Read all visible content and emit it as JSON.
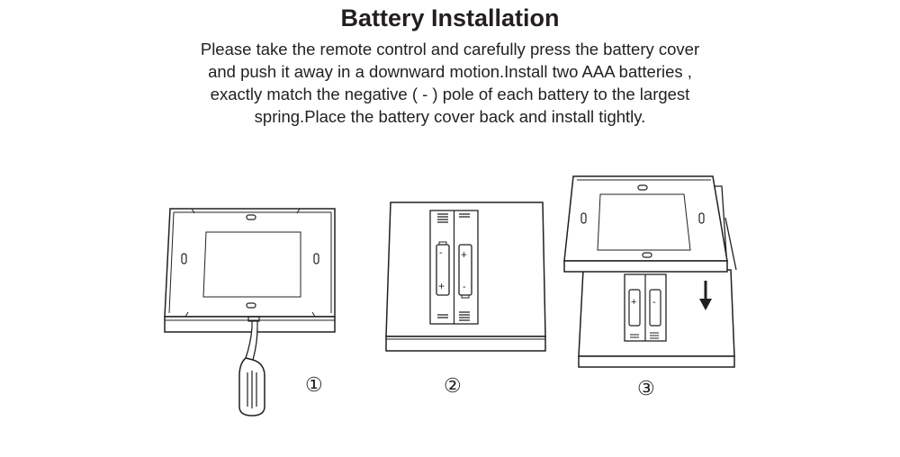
{
  "title": "Battery Installation",
  "instructions": [
    "Please take the remote control and carefully press the battery cover",
    "and push it away in a downward motion.Install two AAA batteries ,",
    "exactly match the negative ( - ) pole of each battery to the largest",
    "spring.Place the battery cover back and install tightly."
  ],
  "steps": [
    {
      "label": "①",
      "illustration": "screwdriver-prying-cover"
    },
    {
      "label": "②",
      "illustration": "open-battery-compartment"
    },
    {
      "label": "③",
      "illustration": "cover-slide-downward"
    }
  ],
  "battery_marks": {
    "plus": "+",
    "minus": "-"
  },
  "colors": {
    "ink": "#231f20",
    "background": "#ffffff"
  }
}
